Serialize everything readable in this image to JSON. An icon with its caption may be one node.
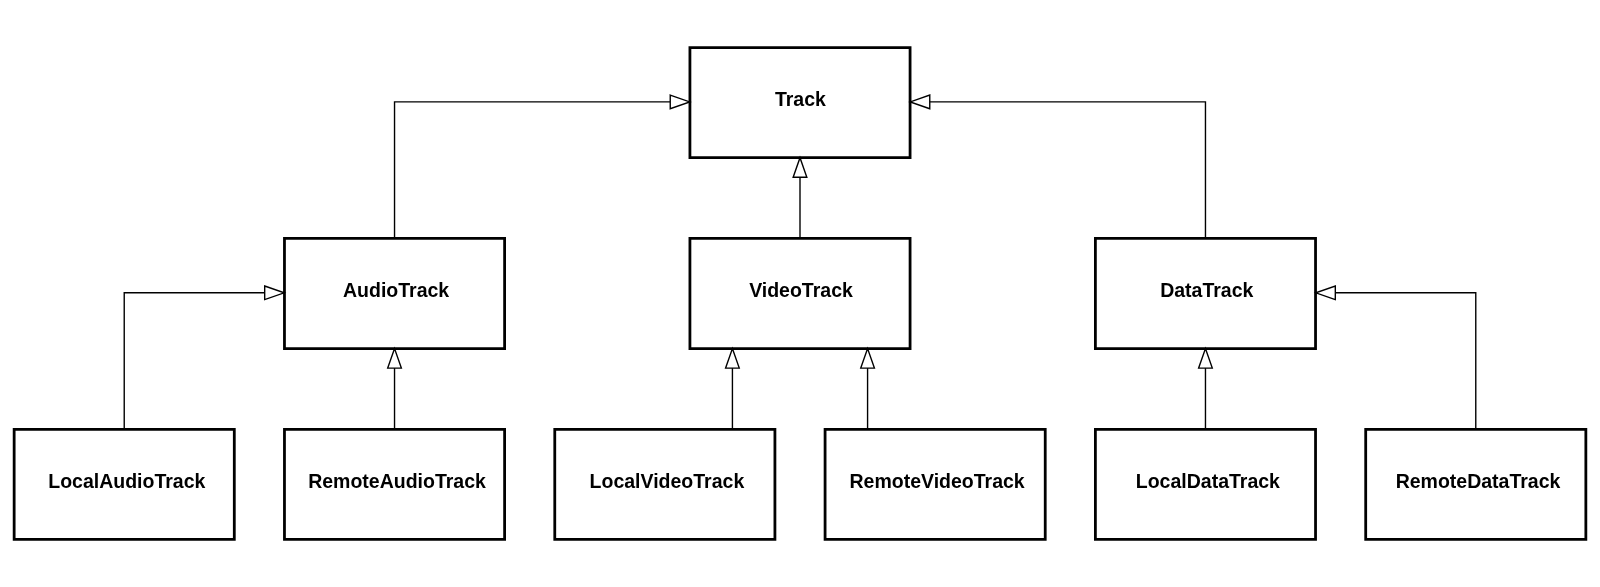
{
  "diagram": {
    "nodes": [
      {
        "text": [
          "Track"
        ]
      },
      {
        "text": [
          "AudioTrack"
        ]
      },
      {
        "text": [
          "VideoTrack"
        ]
      },
      {
        "text": [
          "DataTrack"
        ]
      },
      {
        "text": [
          "LocalAudioTrack"
        ]
      },
      {
        "text": [
          "RemoteAudioTrack"
        ]
      },
      {
        "text": [
          "LocalVideoTrack"
        ]
      },
      {
        "text": [
          "RemoteVideoTrack"
        ]
      },
      {
        "text": [
          "LocalDataTrack"
        ]
      },
      {
        "text": [
          "RemoteDataTrack"
        ]
      }
    ],
    "edges": [
      {
        "from": 1,
        "to": 0,
        "arrow": "to"
      },
      {
        "from": 2,
        "to": 0,
        "arrow": "to"
      },
      {
        "from": 3,
        "to": 0,
        "arrow": "to"
      },
      {
        "from": 4,
        "to": 1,
        "arrow": "to"
      },
      {
        "from": 5,
        "to": 1,
        "arrow": "to"
      },
      {
        "from": 6,
        "to": 2,
        "arrow": "to"
      },
      {
        "from": 7,
        "to": 2,
        "arrow": "to"
      },
      {
        "from": 8,
        "to": 3,
        "arrow": "to"
      },
      {
        "from": 9,
        "to": 3,
        "arrow": "to"
      }
    ]
  }
}
